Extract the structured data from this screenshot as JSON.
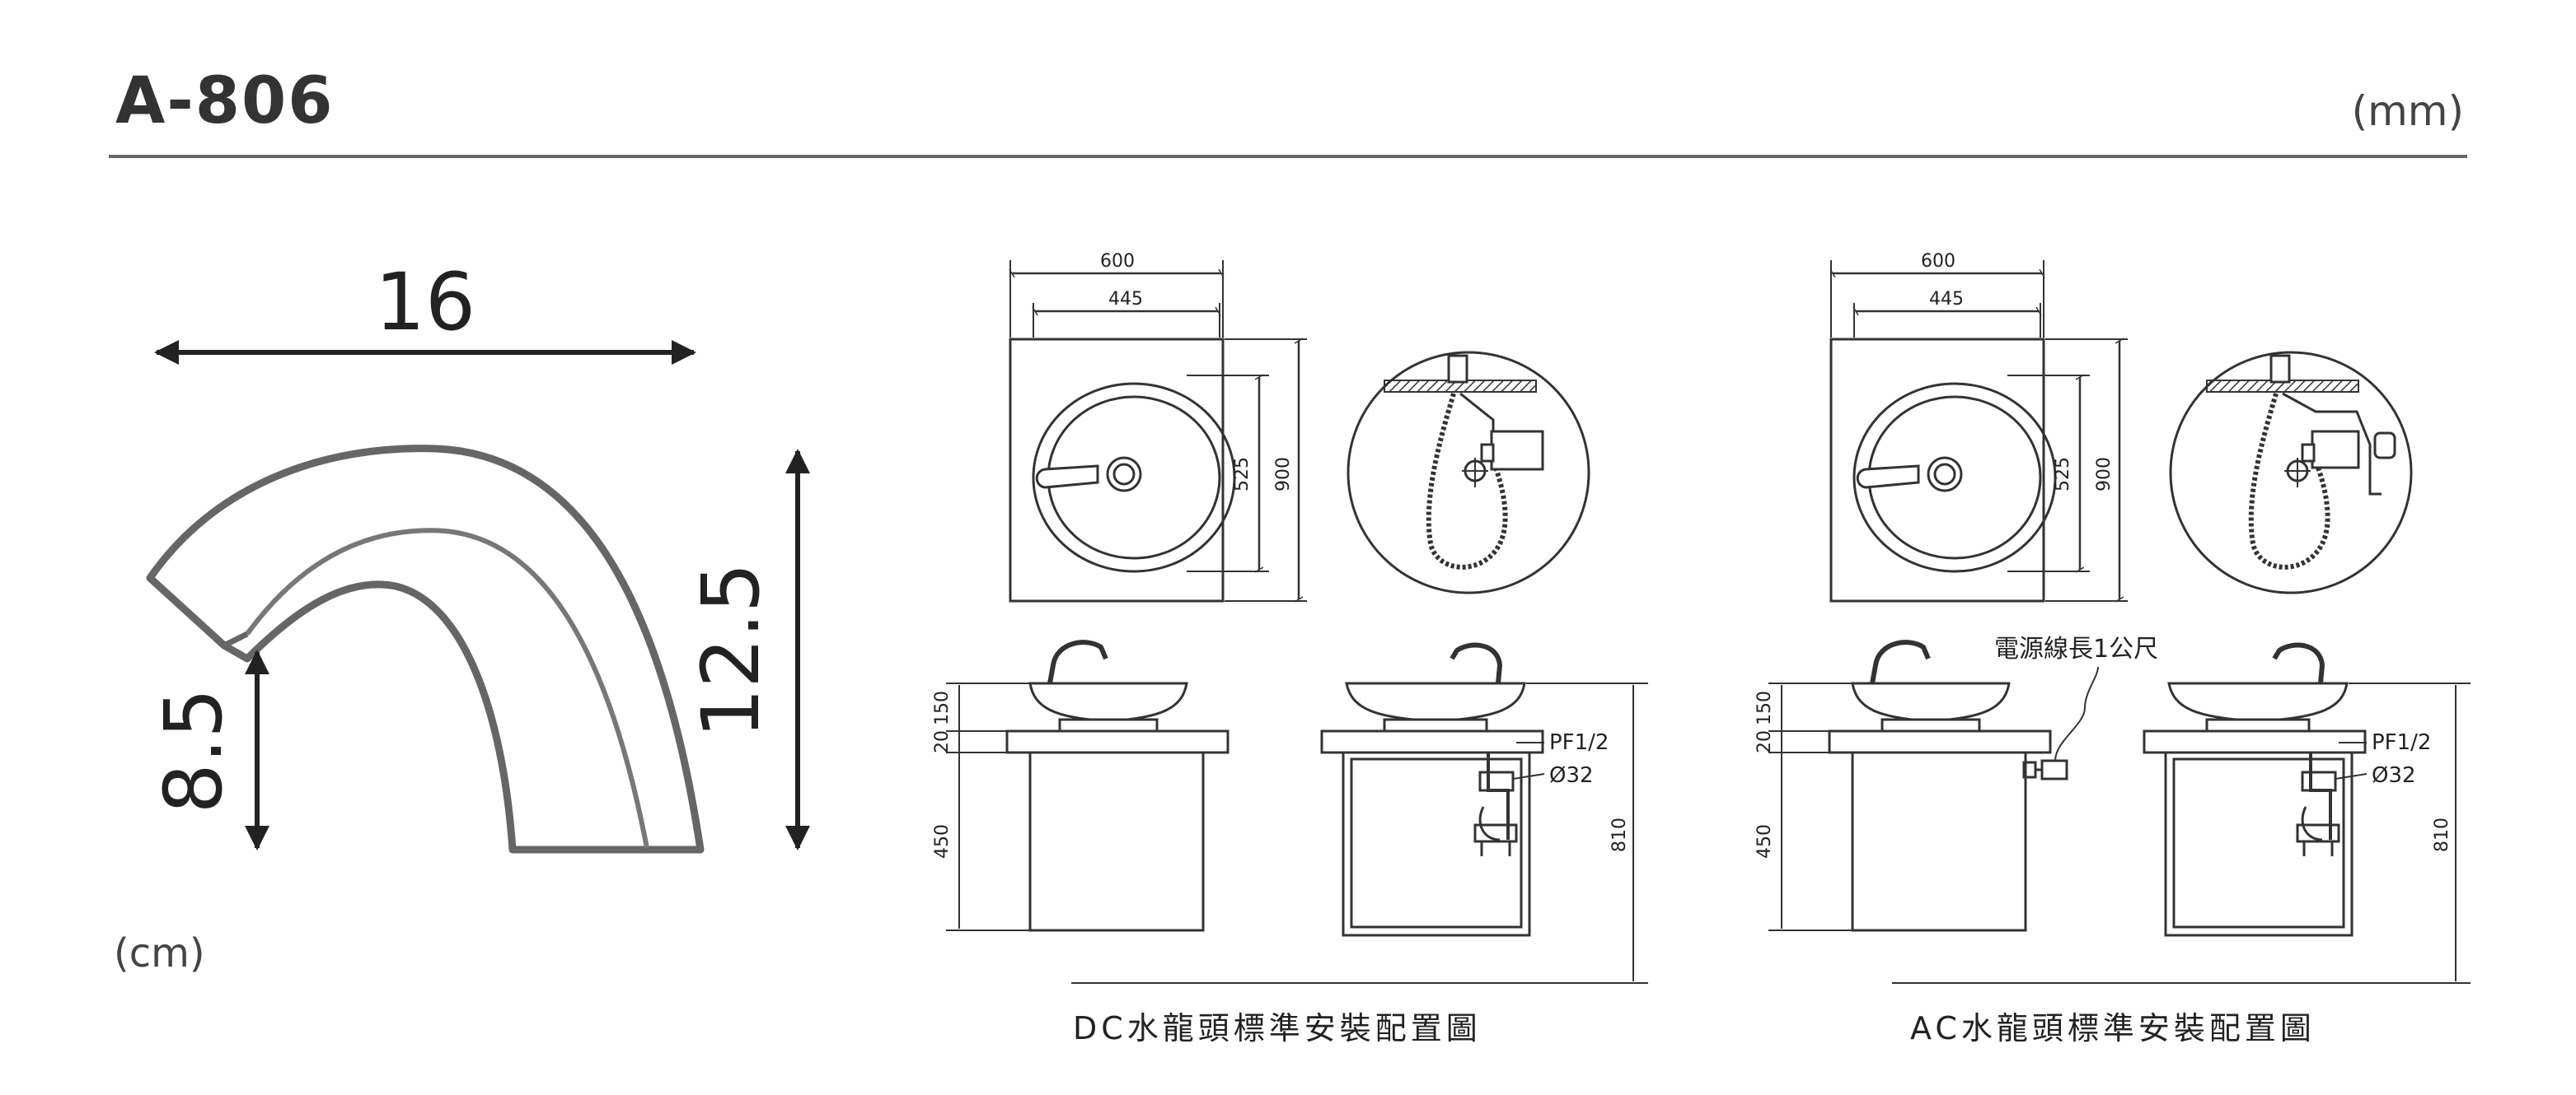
{
  "header": {
    "model": "A-806",
    "unit": "(mm)"
  },
  "faucet": {
    "width": "16",
    "height": "12.5",
    "spout_height": "8.5",
    "unit": "(cm)"
  },
  "dc_plan": {
    "width_outer": "600",
    "width_inner": "445",
    "depth_inner": "525",
    "depth_outer": "900"
  },
  "ac_plan": {
    "width_outer": "600",
    "width_inner": "445",
    "depth_inner": "525",
    "depth_outer": "900"
  },
  "dc_elevation": {
    "d150": "150",
    "d20": "20",
    "d450": "450",
    "d810": "810",
    "pipe": "PF1/2",
    "drain": "Ø32"
  },
  "ac_elevation": {
    "d150": "150",
    "d20": "20",
    "d450": "450",
    "d810": "810",
    "pipe": "PF1/2",
    "drain": "Ø32",
    "cable_note": "電源線長1公尺"
  },
  "captions": {
    "dc": "DC水龍頭標準安裝配置圖",
    "ac": "AC水龍頭標準安裝配置圖"
  }
}
